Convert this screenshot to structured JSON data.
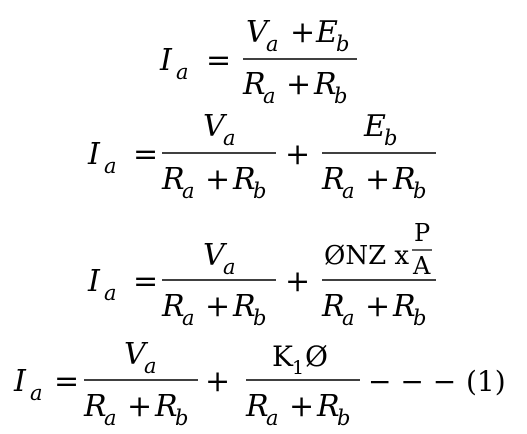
{
  "equations": [
    {
      "lhs": {
        "var": "I",
        "sub": "a"
      },
      "eq": "=",
      "num": {
        "t1": "V",
        "s1": "a",
        "op": "+",
        "t2": "E",
        "s2": "b"
      },
      "den": {
        "t1": "R",
        "s1": "a",
        "op": "+",
        "t2": "R",
        "s2": "b"
      }
    },
    {
      "lhs": {
        "var": "I",
        "sub": "a"
      },
      "eq": "=",
      "f1": {
        "num": {
          "t": "V",
          "s": "a"
        },
        "den": {
          "t1": "R",
          "s1": "a",
          "op": "+",
          "t2": "R",
          "s2": "b"
        }
      },
      "plus": "+",
      "f2": {
        "num": {
          "t": "E",
          "s": "b"
        },
        "den": {
          "t1": "R",
          "s1": "a",
          "op": "+",
          "t2": "R",
          "s2": "b"
        }
      }
    },
    {
      "lhs": {
        "var": "I",
        "sub": "a"
      },
      "eq": "=",
      "f1": {
        "num": {
          "t": "V",
          "s": "a"
        },
        "den": {
          "t1": "R",
          "s1": "a",
          "op": "+",
          "t2": "R",
          "s2": "b"
        }
      },
      "plus": "+",
      "f2": {
        "num": {
          "text": "ØNZ x",
          "frac_num": "P",
          "frac_den": "A"
        },
        "den": {
          "t1": "R",
          "s1": "a",
          "op": "+",
          "t2": "R",
          "s2": "b"
        }
      }
    },
    {
      "lhs": {
        "var": "I",
        "sub": "a"
      },
      "eq": "=",
      "f1": {
        "num": {
          "t": "V",
          "s": "a"
        },
        "den": {
          "t1": "R",
          "s1": "a",
          "op": "+",
          "t2": "R",
          "s2": "b"
        }
      },
      "plus": "+",
      "f2": {
        "num": {
          "k": "K",
          "ks": "1",
          "phi": "Ø"
        },
        "den": {
          "t1": "R",
          "s1": "a",
          "op": "+",
          "t2": "R",
          "s2": "b"
        }
      },
      "dashes": "− − −",
      "label": "(1)"
    }
  ]
}
